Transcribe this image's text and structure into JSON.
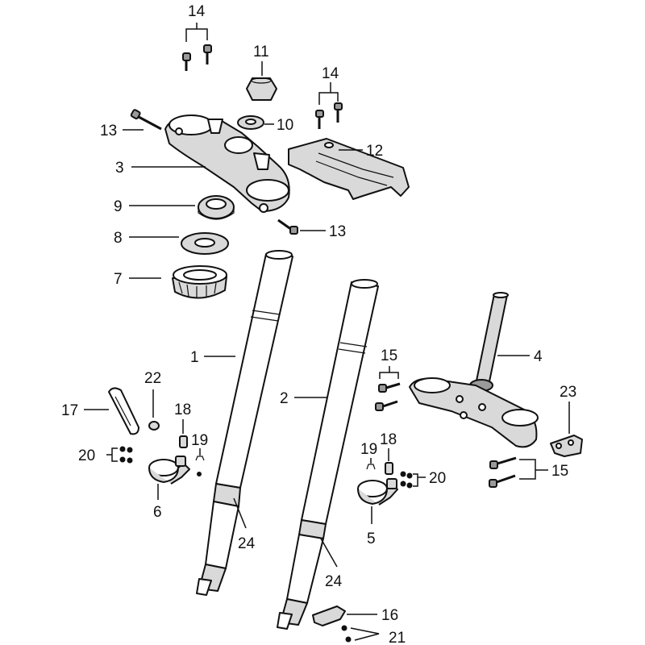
{
  "diagram": {
    "callouts": [
      {
        "id": "c14a",
        "text": "14"
      },
      {
        "id": "c11",
        "text": "11"
      },
      {
        "id": "c14b",
        "text": "14"
      },
      {
        "id": "c13a",
        "text": "13"
      },
      {
        "id": "c10",
        "text": "10"
      },
      {
        "id": "c12",
        "text": "12"
      },
      {
        "id": "c3",
        "text": "3"
      },
      {
        "id": "c9",
        "text": "9"
      },
      {
        "id": "c13b",
        "text": "13"
      },
      {
        "id": "c8",
        "text": "8"
      },
      {
        "id": "c7",
        "text": "7"
      },
      {
        "id": "c1",
        "text": "1"
      },
      {
        "id": "c15a",
        "text": "15"
      },
      {
        "id": "c4",
        "text": "4"
      },
      {
        "id": "c2",
        "text": "2"
      },
      {
        "id": "c22",
        "text": "22"
      },
      {
        "id": "c17",
        "text": "17"
      },
      {
        "id": "c23",
        "text": "23"
      },
      {
        "id": "c18a",
        "text": "18"
      },
      {
        "id": "c19a",
        "text": "19"
      },
      {
        "id": "c20a",
        "text": "20"
      },
      {
        "id": "c19b",
        "text": "19"
      },
      {
        "id": "c18b",
        "text": "18"
      },
      {
        "id": "c20b",
        "text": "20"
      },
      {
        "id": "c15b",
        "text": "15"
      },
      {
        "id": "c6",
        "text": "6"
      },
      {
        "id": "c5",
        "text": "5"
      },
      {
        "id": "c24a",
        "text": "24"
      },
      {
        "id": "c24b",
        "text": "24"
      },
      {
        "id": "c16",
        "text": "16"
      },
      {
        "id": "c21",
        "text": "21"
      }
    ]
  }
}
